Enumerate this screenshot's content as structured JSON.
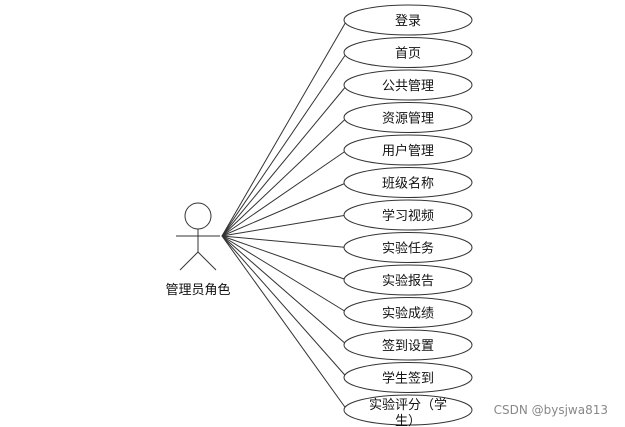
{
  "actor": {
    "label": "管理员角色"
  },
  "use_cases": [
    {
      "lines": [
        "登录"
      ]
    },
    {
      "lines": [
        "首页"
      ]
    },
    {
      "lines": [
        "公共管理"
      ]
    },
    {
      "lines": [
        "资源管理"
      ]
    },
    {
      "lines": [
        "用户管理"
      ]
    },
    {
      "lines": [
        "班级名称"
      ]
    },
    {
      "lines": [
        "学习视频"
      ]
    },
    {
      "lines": [
        "实验任务"
      ]
    },
    {
      "lines": [
        "实验报告"
      ]
    },
    {
      "lines": [
        "实验成绩"
      ]
    },
    {
      "lines": [
        "签到设置"
      ]
    },
    {
      "lines": [
        "学生签到"
      ]
    },
    {
      "lines": [
        "实验评分（学",
        "生）"
      ]
    }
  ],
  "watermark": "CSDN @bysjwa813"
}
